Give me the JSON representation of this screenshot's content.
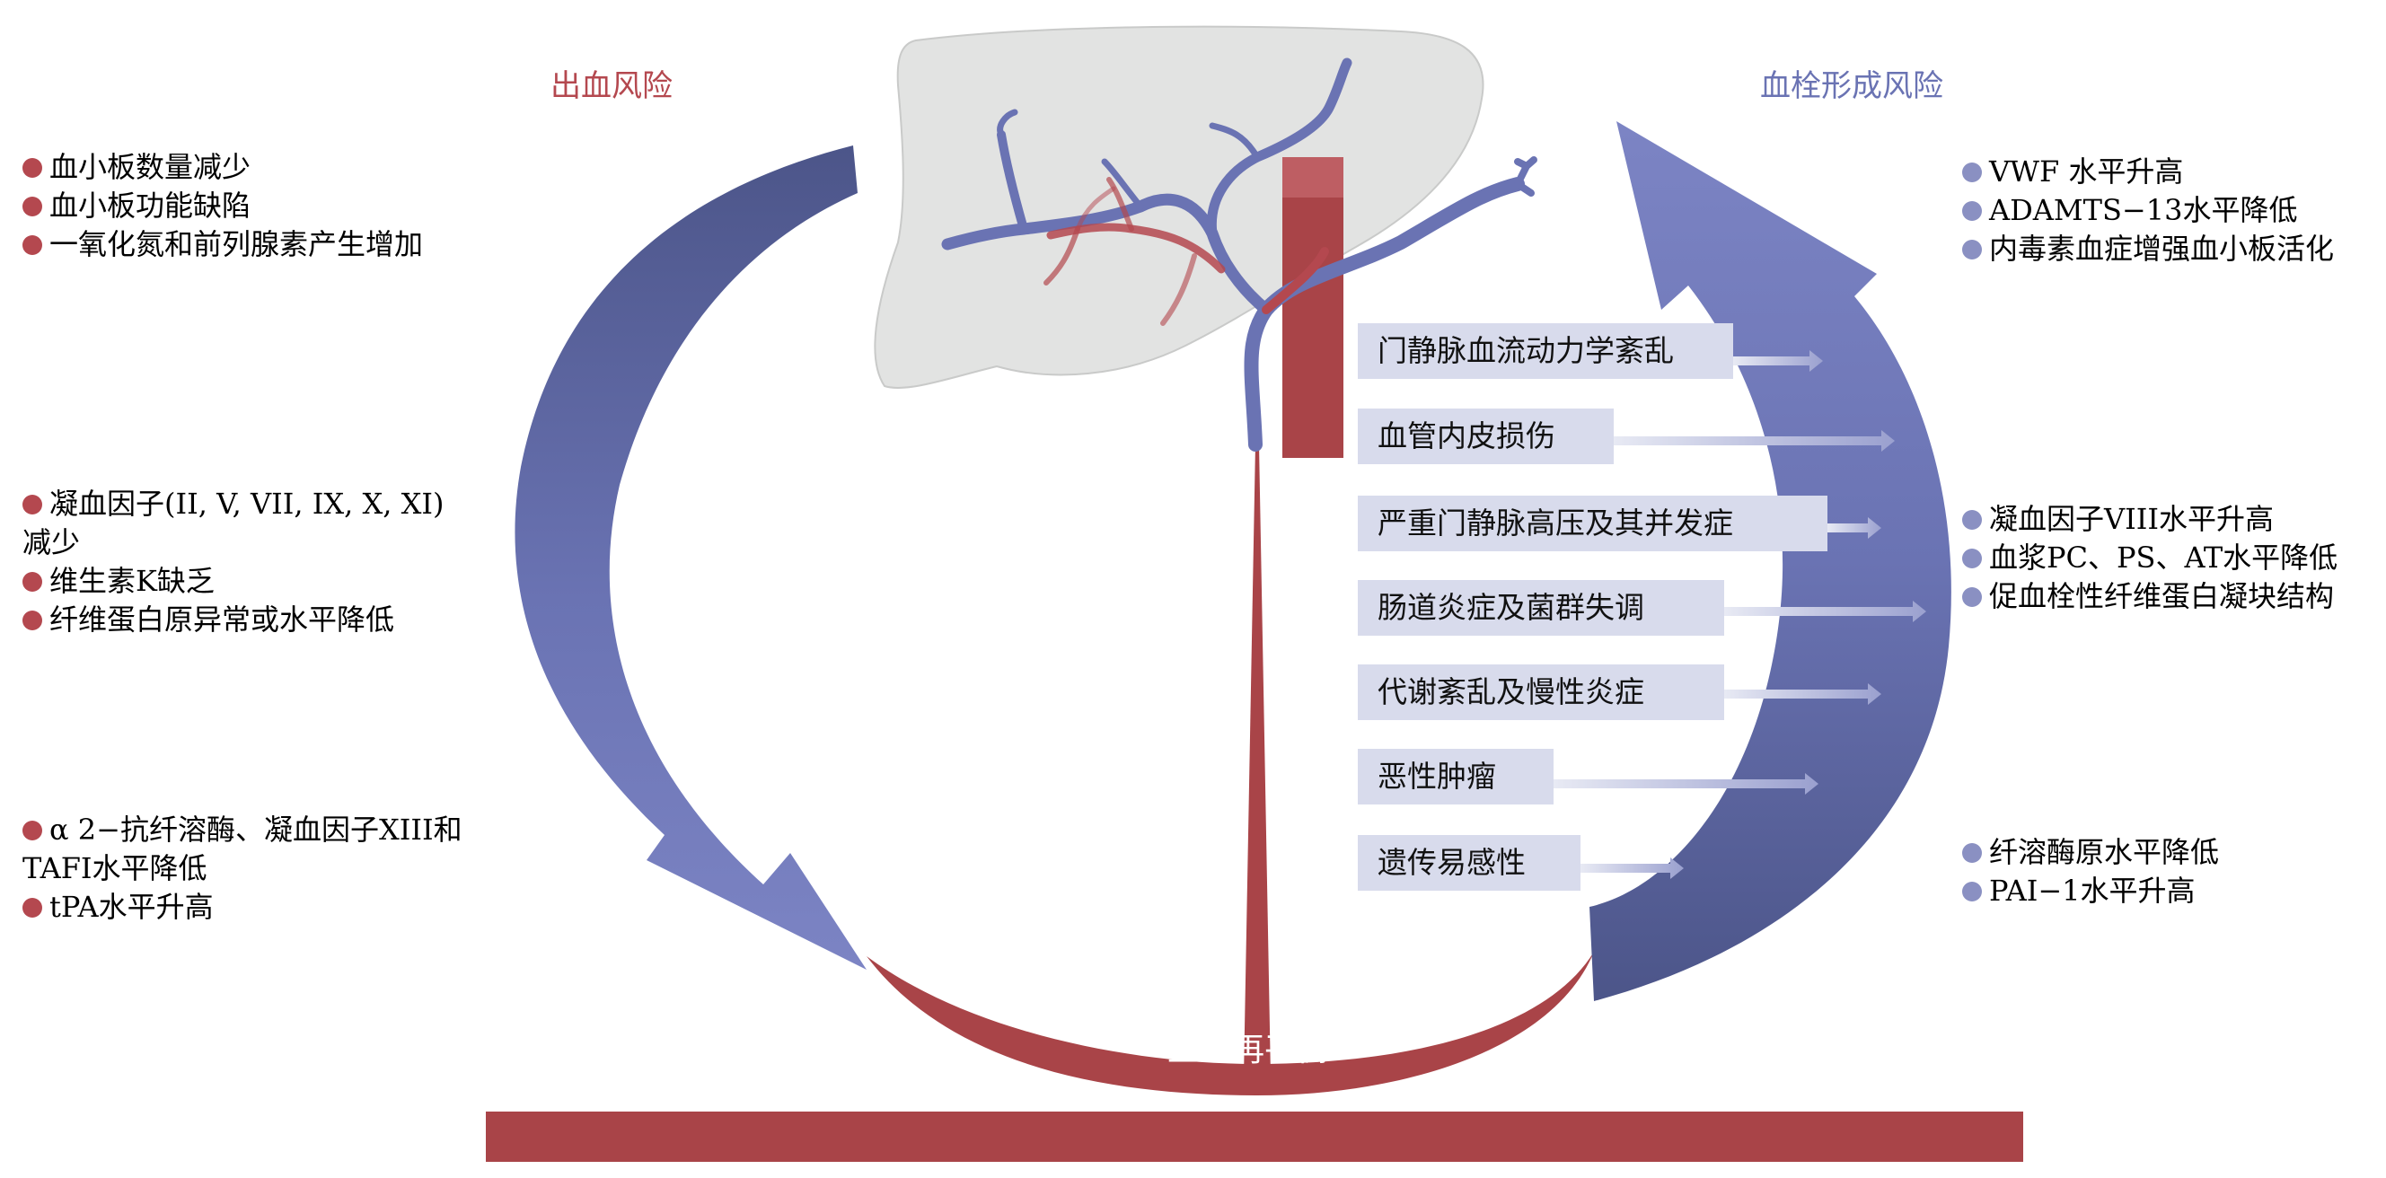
{
  "bleeding": {
    "title": "出血风险",
    "group1": [
      "血小板数量减少",
      "血小板功能缺陷",
      "一氧化氮和前列腺素产生增加"
    ],
    "group2": {
      "line1": "凝血因子(II, V, VII, IX, X, XI)",
      "line1_cont": "减少",
      "items": [
        "维生素K缺乏",
        "纤维蛋白原异常或水平降低"
      ]
    },
    "group3": {
      "line1": "α 2−抗纤溶酶、凝血因子XIII和",
      "line1_cont": "TAFI水平降低",
      "items": [
        "tPA水平升高"
      ]
    }
  },
  "thrombosis": {
    "title": "血栓形成风险",
    "group1": [
      "VWF 水平升高",
      "ADAMTS−13水平降低",
      "内毒素血症增强血小板活化"
    ],
    "group2": [
      "凝血因子VIII水平升高",
      "血浆PC、PS、AT水平降低",
      "促血栓性纤维蛋白凝块结构"
    ],
    "group3": [
      "纤溶酶原水平降低",
      "PAI−1水平升高"
    ]
  },
  "factors": [
    "门静脉血流动力学紊乱",
    "血管内皮损伤",
    "严重门静脉高压及其并发症",
    "肠道炎症及菌群失调",
    "代谢紊乱及慢性炎症",
    "恶性肿瘤",
    "遗传易感性"
  ],
  "center_label": "止血再平衡",
  "colors": {
    "bleeding_red": "#b4484f",
    "thrombosis_blue": "#6a73b3",
    "arrow_dark_blue": "#545d96",
    "factor_box": "#d8dbec",
    "liver": "#e2e3e2",
    "base_red": "#a94448"
  }
}
